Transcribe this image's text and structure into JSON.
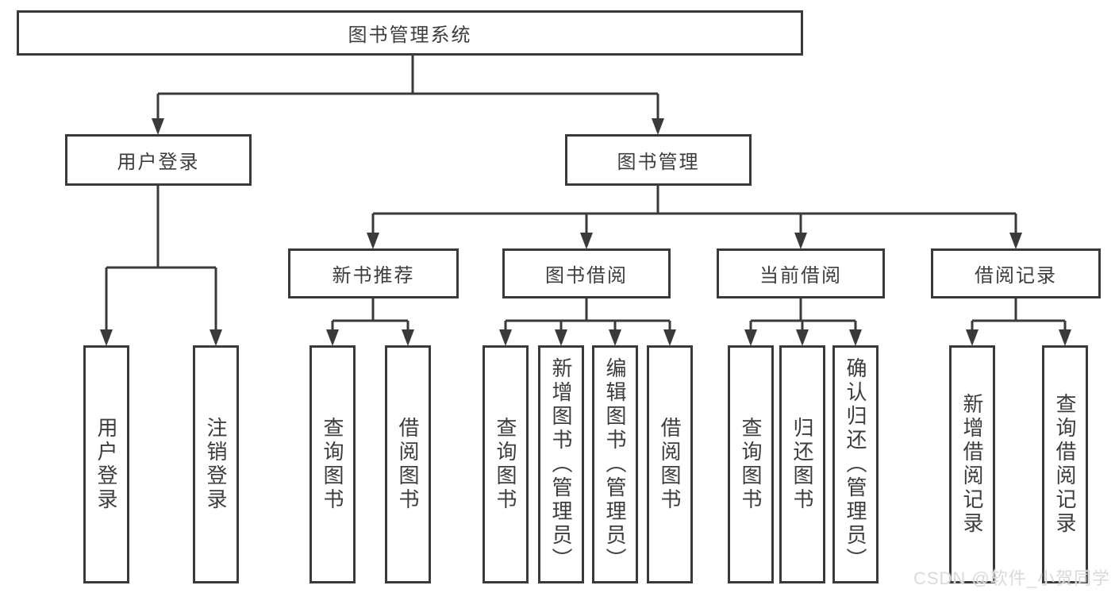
{
  "diagram": {
    "root": "图书管理系统",
    "branches": [
      {
        "label": "用户登录",
        "children": [
          "用户登录",
          "注销登录"
        ]
      },
      {
        "label": "图书管理",
        "children": [
          {
            "label": "新书推荐",
            "children": [
              "查询图书",
              "借阅图书"
            ]
          },
          {
            "label": "图书借阅",
            "children": [
              "查询图书",
              "新增图书（管理员）",
              "编辑图书（管理员）",
              "借阅图书"
            ]
          },
          {
            "label": "当前借阅",
            "children": [
              "查询图书",
              "归还图书",
              "确认归还（管理员）"
            ]
          },
          {
            "label": "借阅记录",
            "children": [
              "新增借阅记录",
              "查询借阅记录"
            ]
          }
        ]
      }
    ]
  },
  "watermark": "CSDN @软件_小贺同学",
  "colors": {
    "line": "#3a3a3a",
    "text": "#3d3d3d",
    "background": "#ffffff",
    "watermark": "#dadada"
  }
}
